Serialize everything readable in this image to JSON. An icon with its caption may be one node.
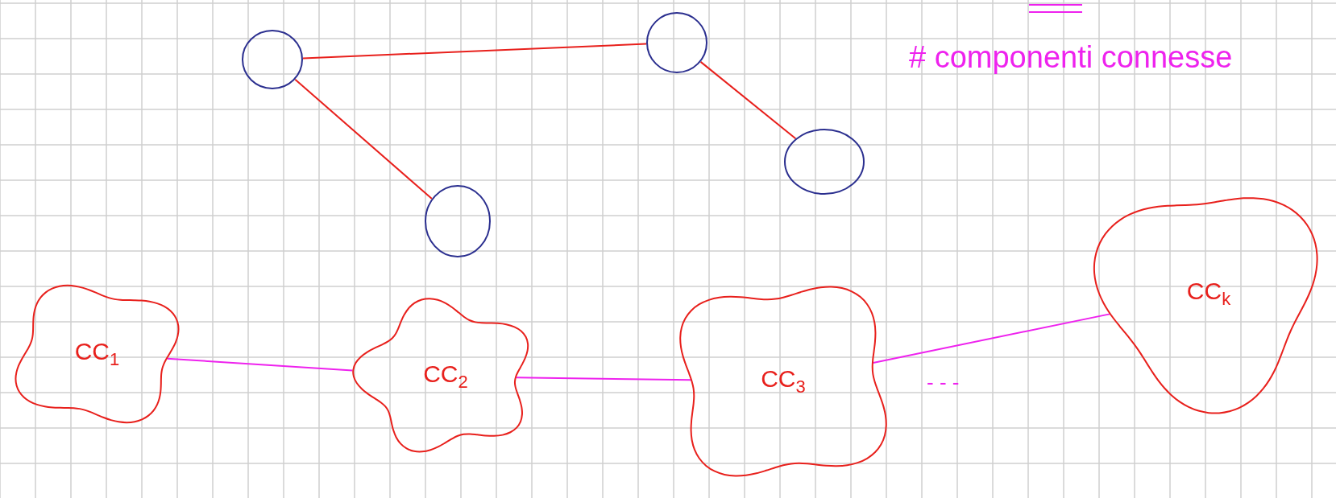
{
  "diagram": {
    "title": "# componenti connesse",
    "nodes": [
      {
        "text": [],
        "shape": "circle"
      },
      {
        "text": [],
        "shape": "circle"
      },
      {
        "text": [],
        "shape": "circle"
      },
      {
        "text": [],
        "shape": "circle"
      },
      {
        "text": [
          "CC$_{1}$"
        ]
      },
      {
        "text": [
          "CC$_{2}$"
        ]
      },
      {
        "text": [
          "CC$_{3}$"
        ]
      },
      {
        "text": [
          "CC$_{k}$"
        ]
      }
    ],
    "edges": [
      {
        "from": 0,
        "to": 1,
        "arrow": "none",
        "color": "#e8201c"
      },
      {
        "from": 0,
        "to": 2,
        "arrow": "none",
        "color": "#e8201c"
      },
      {
        "from": 1,
        "to": 3,
        "arrow": "none",
        "color": "#e8201c"
      },
      {
        "from": 4,
        "to": 5,
        "arrow": "none",
        "color": "#ee22ee"
      },
      {
        "from": 5,
        "to": 6,
        "arrow": "none",
        "color": "#ee22ee"
      },
      {
        "from": 6,
        "to": 7,
        "arrow": "none",
        "color": "#ee22ee"
      }
    ],
    "labels": [
      "- - -"
    ]
  }
}
